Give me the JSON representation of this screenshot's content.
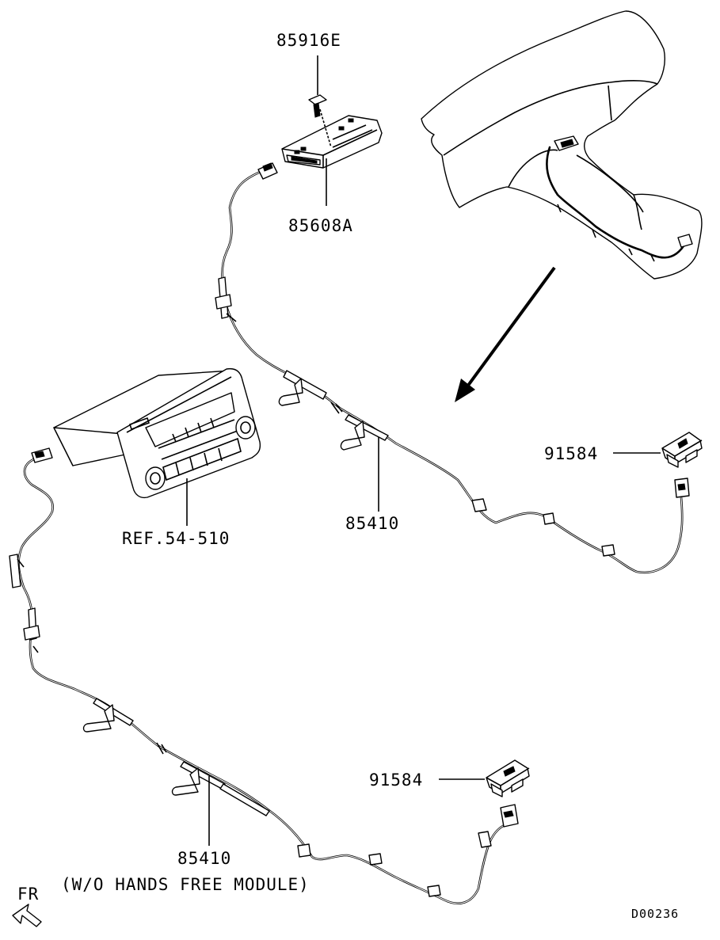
{
  "labels": {
    "bolt": "85916E",
    "module": "85608A",
    "harness_upper": "85410",
    "switch_upper": "91584",
    "radio_ref": "REF.54-510",
    "harness_lower": "85410",
    "harness_lower_note": "(W/O HANDS FREE MODULE)",
    "switch_lower": "91584",
    "front_marker": "FR",
    "diagram_code": "D00236"
  }
}
